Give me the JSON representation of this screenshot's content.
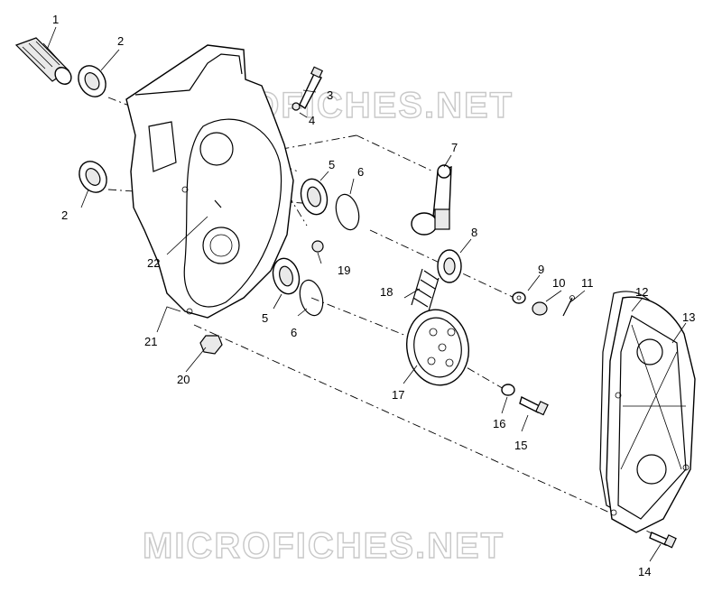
{
  "watermarks": [
    "MICROFICHES.NET",
    "MICROFICHES.NET"
  ],
  "callouts": [
    "1",
    "2",
    "3",
    "4",
    "5",
    "6",
    "7",
    "2",
    "8",
    "9",
    "10",
    "11",
    "12",
    "13",
    "22",
    "19",
    "18",
    "5",
    "6",
    "21",
    "20",
    "17",
    "16",
    "15",
    "14"
  ]
}
